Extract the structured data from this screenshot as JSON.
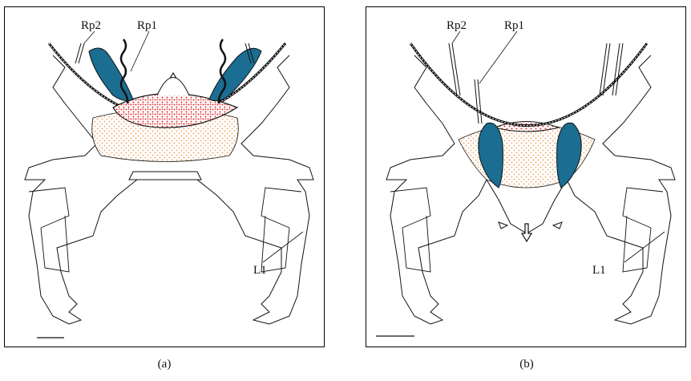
{
  "panels": [
    {
      "caption": "(a)",
      "labels": {
        "rp2": "Rp2",
        "rp1": "Rp1",
        "l1": "L1"
      }
    },
    {
      "caption": "(b)",
      "labels": {
        "rp2": "Rp2",
        "rp1": "Rp1",
        "l1": "L1"
      }
    }
  ],
  "colors": {
    "muscle": "#1b6d92",
    "red_stipple": "#e03030",
    "orange_stipple": "#f0a05a",
    "outline": "#111111"
  }
}
